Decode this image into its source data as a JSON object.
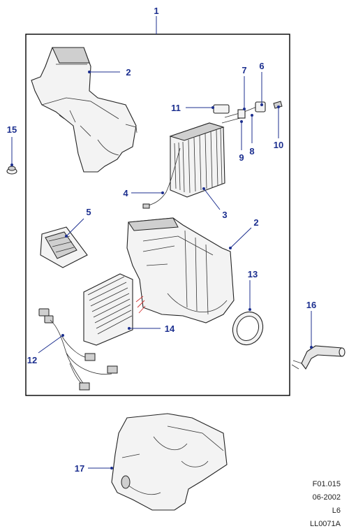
{
  "callouts": [
    "1",
    "2",
    "3",
    "4",
    "5",
    "6",
    "7",
    "8",
    "9",
    "10",
    "11",
    "12",
    "13",
    "14",
    "15",
    "16",
    "17",
    "2"
  ],
  "reference": {
    "figure": "F01.015",
    "date": "06-2002",
    "model": "L6",
    "code": "LL0071A"
  },
  "colors": {
    "callout": "#1c2f8f",
    "line": "#222222",
    "frame": "#000000",
    "filter_mark": "#d33333"
  }
}
